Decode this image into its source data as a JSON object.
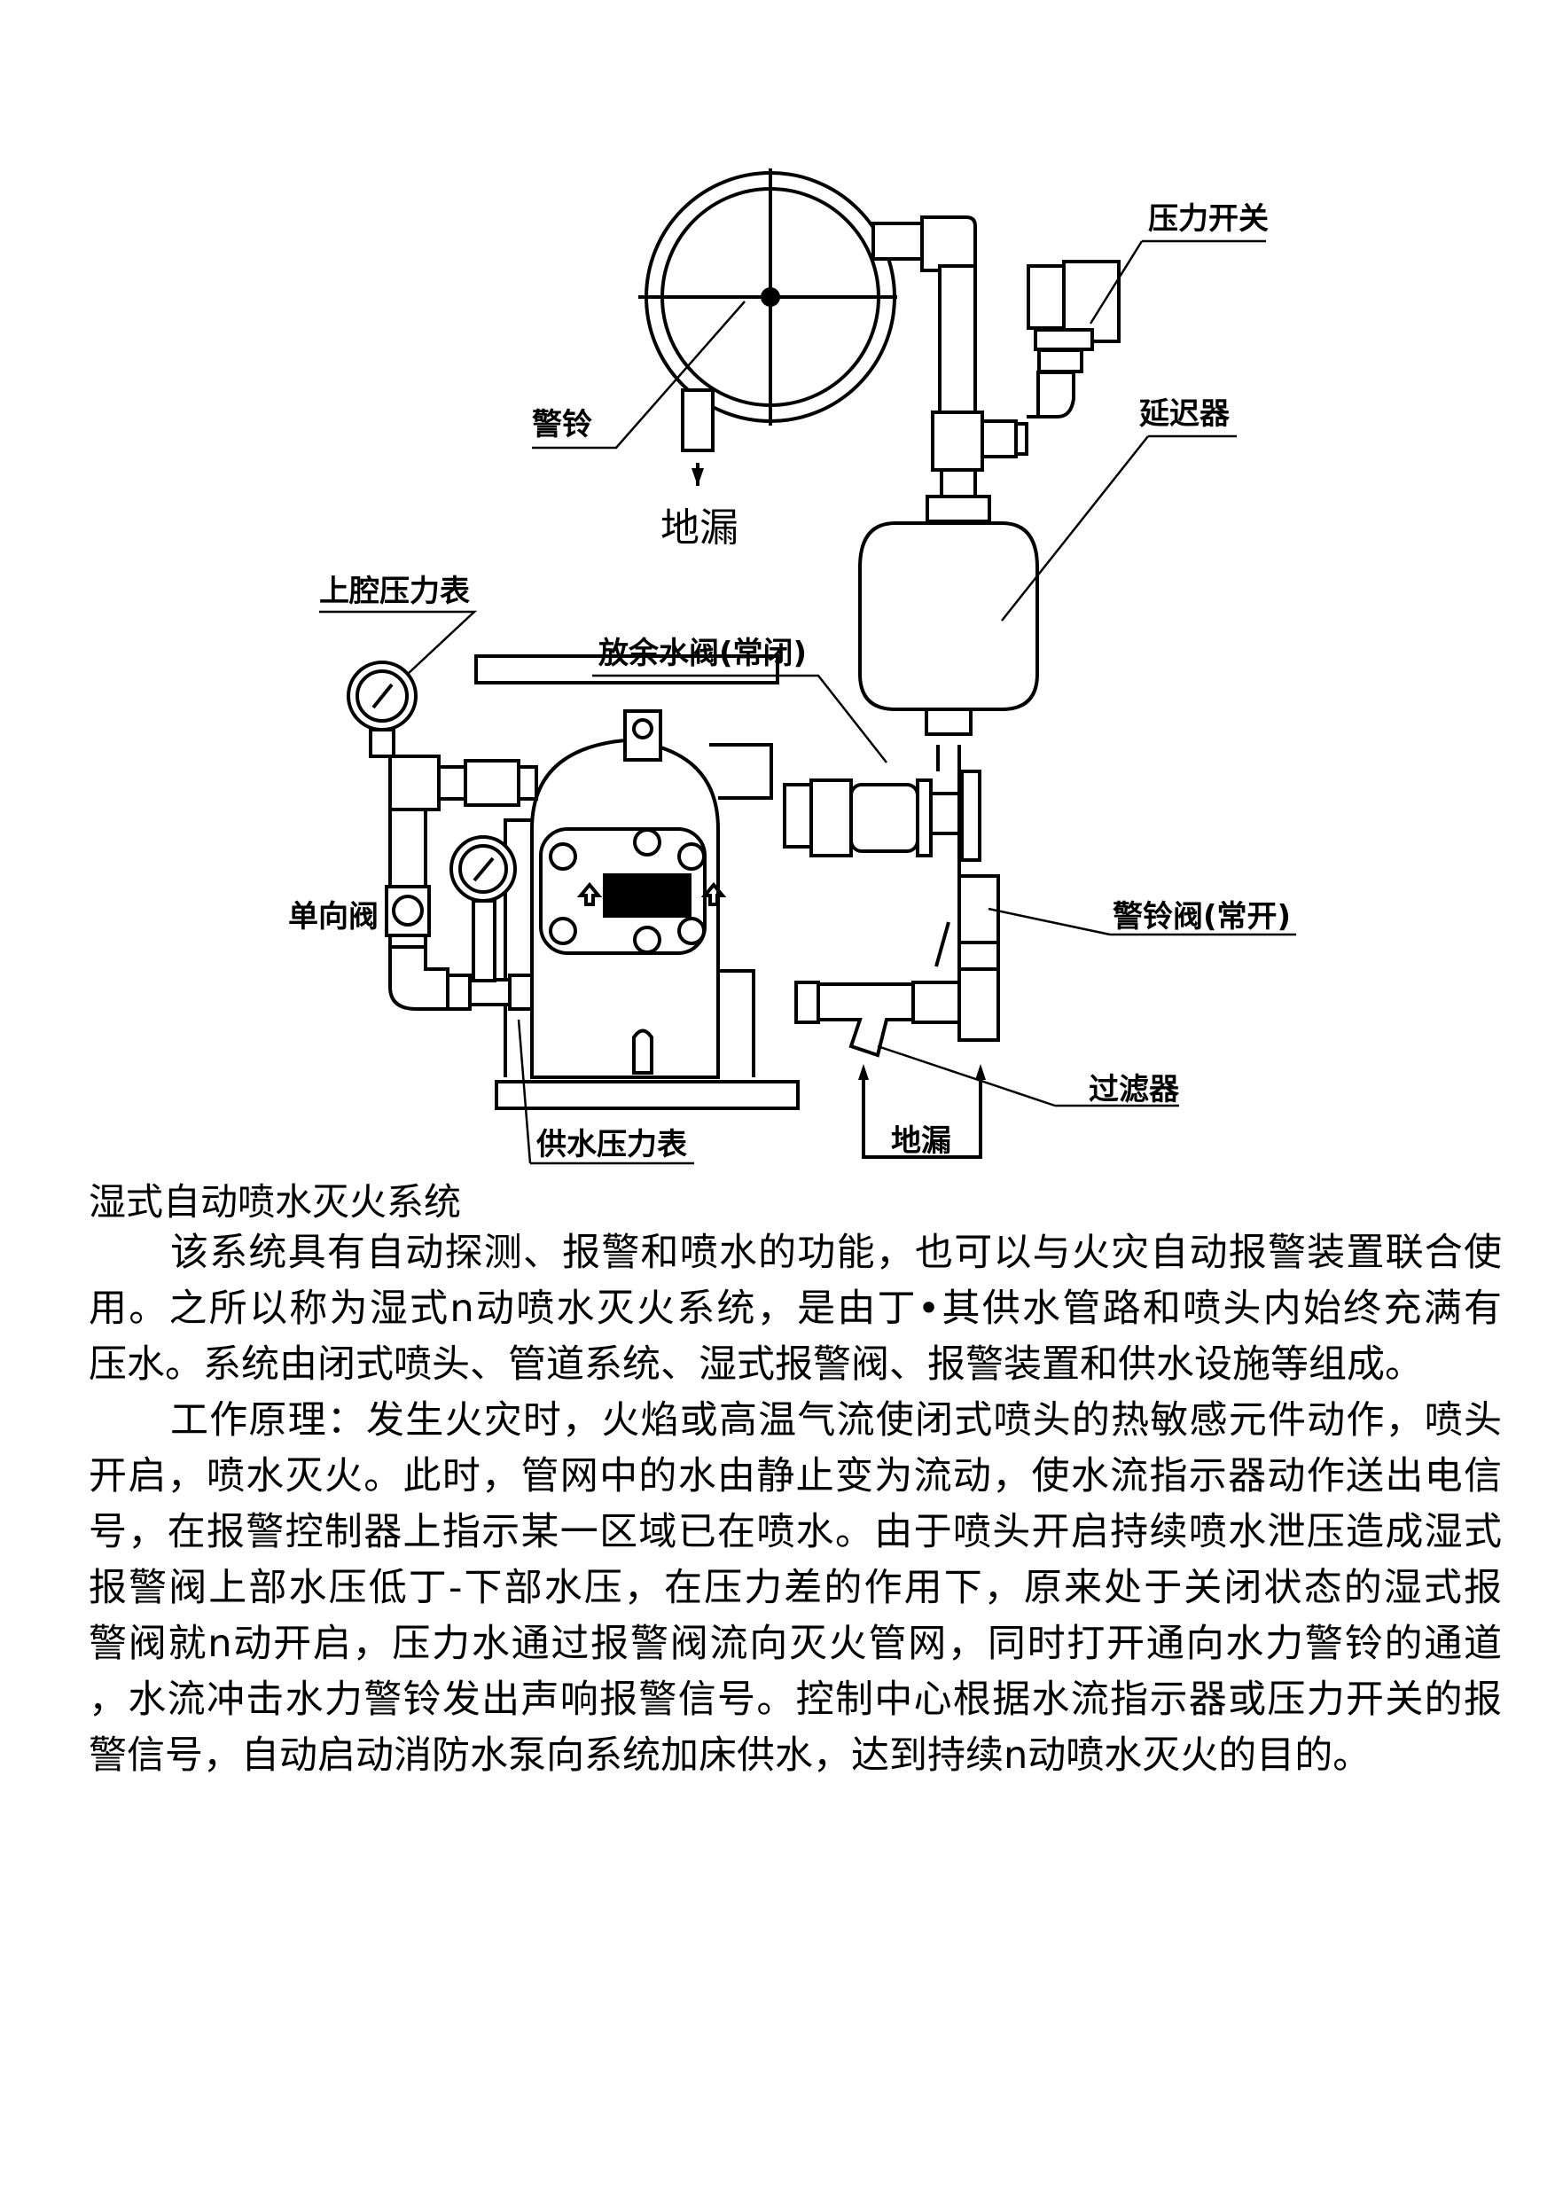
{
  "diagram": {
    "labels": {
      "pressure_switch": "压力开关",
      "alarm_bell": "警铃",
      "delay_device": "延迟器",
      "floor_drain_top": "地漏",
      "upper_chamber_gauge": "上腔压力表",
      "drain_valve": "放余水阀(常闭)",
      "check_valve": "单向阀",
      "alarm_valve": "警铃阀(常开)",
      "filter": "过滤器",
      "floor_drain_bottom": "地漏",
      "supply_gauge": "供水压力表"
    }
  },
  "document": {
    "title": "湿式自动喷水灭火系统",
    "paragraphs": [
      {
        "lines": [
          "该系统具有自动探测、报警和喷水的功能，也可以与火灾自动报警装置联合使",
          "用。之所以称为湿式n动喷水灭火系统，是由丁•其供水管路和喷头内始终充满有",
          "压水。系统由闭式喷头、管道系统、湿式报警阀、报警装置和供水设施等组成。"
        ]
      },
      {
        "lines": [
          "工作原理：发生火灾时，火焰或高温气流使闭式喷头的热敏感元件动作，喷头",
          "开启，喷水灭火。此时，管网中的水由静止变为流动，使水流指示器动作送出电信",
          "号，在报警控制器上指示某一区域已在喷水。由于喷头开启持续喷水泄压造成湿式",
          "报警阀上部水压低丁-下部水压，在压力差的作用下，原来处于关闭状态的湿式报",
          "警阀就n动开启，压力水通过报警阀流向灭火管网，同时打开通向水力警铃的通道",
          "，水流冲击水力警铃发出声响报警信号。控制中心根据水流指示器或压力开关的报",
          "警信号，自动启动消防水泵向系统加床供水，达到持续n动喷水灭火的目的。"
        ]
      }
    ]
  }
}
